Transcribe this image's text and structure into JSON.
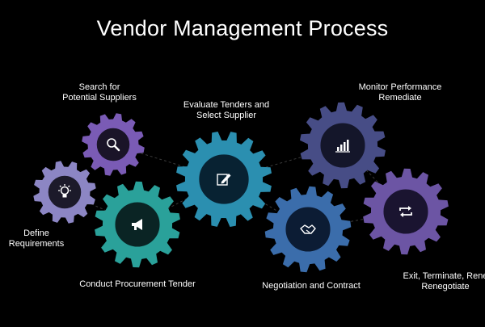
{
  "title": "Vendor Management Process",
  "colors": {
    "background": "#000000",
    "text": "#ffffff",
    "dashed_connector": "#3a3a3a"
  },
  "steps": [
    {
      "id": "define",
      "lines": [
        "Define",
        "Requirements"
      ],
      "icon": "lightbulb-icon",
      "color": "#8c86c4",
      "ring": "#1c1a2a"
    },
    {
      "id": "search",
      "lines": [
        "Search for",
        "Potential Suppliers"
      ],
      "icon": "magnifier-icon",
      "color": "#7a5bb5",
      "ring": "#1a1428"
    },
    {
      "id": "conduct",
      "lines": [
        "Conduct Procurement Tender"
      ],
      "icon": "megaphone-icon",
      "color": "#2aa19a",
      "ring": "#0a2424"
    },
    {
      "id": "evaluate",
      "lines": [
        "Evaluate Tenders and",
        "Select Supplier"
      ],
      "icon": "edit-icon",
      "color": "#2b8fb0",
      "ring": "#082232"
    },
    {
      "id": "negotiate",
      "lines": [
        "Negotiation and Contract"
      ],
      "icon": "handshake-icon",
      "color": "#3b6dab",
      "ring": "#0c1c34"
    },
    {
      "id": "monitor",
      "lines": [
        "Monitor Performance",
        "Remediate"
      ],
      "icon": "bar-chart-icon",
      "color": "#474d86",
      "ring": "#14162a"
    },
    {
      "id": "exit",
      "lines": [
        "Exit, Terminate, Rene",
        "Renegotiate"
      ],
      "icon": "cycle-icon",
      "color": "#6c55a4",
      "ring": "#1a1430"
    }
  ]
}
